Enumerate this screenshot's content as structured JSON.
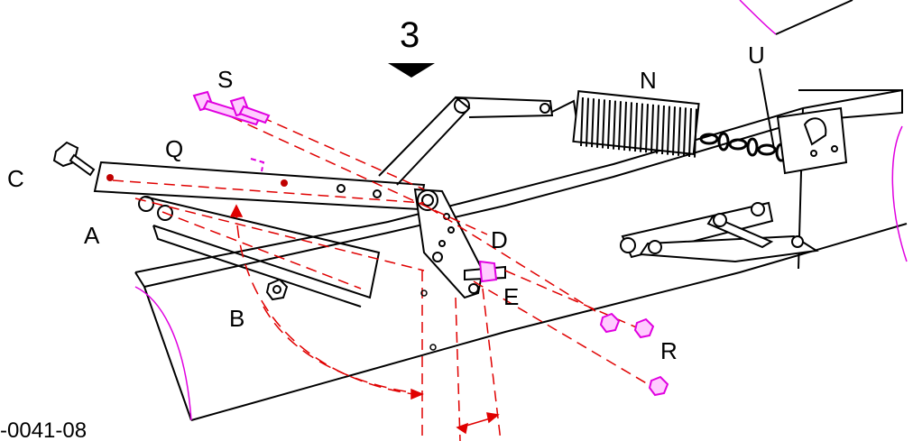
{
  "step_number": "3",
  "part_number": "-0041-08",
  "callouts": {
    "a": "A",
    "b": "B",
    "c": "C",
    "d": "D",
    "e": "E",
    "n": "N",
    "q": "Q",
    "r": "R",
    "s": "S",
    "u": "U"
  },
  "colors": {
    "linework": "#000000",
    "hardware_highlight": "#e000e0",
    "motion_path": "#e00000",
    "background": "#ffffff"
  }
}
